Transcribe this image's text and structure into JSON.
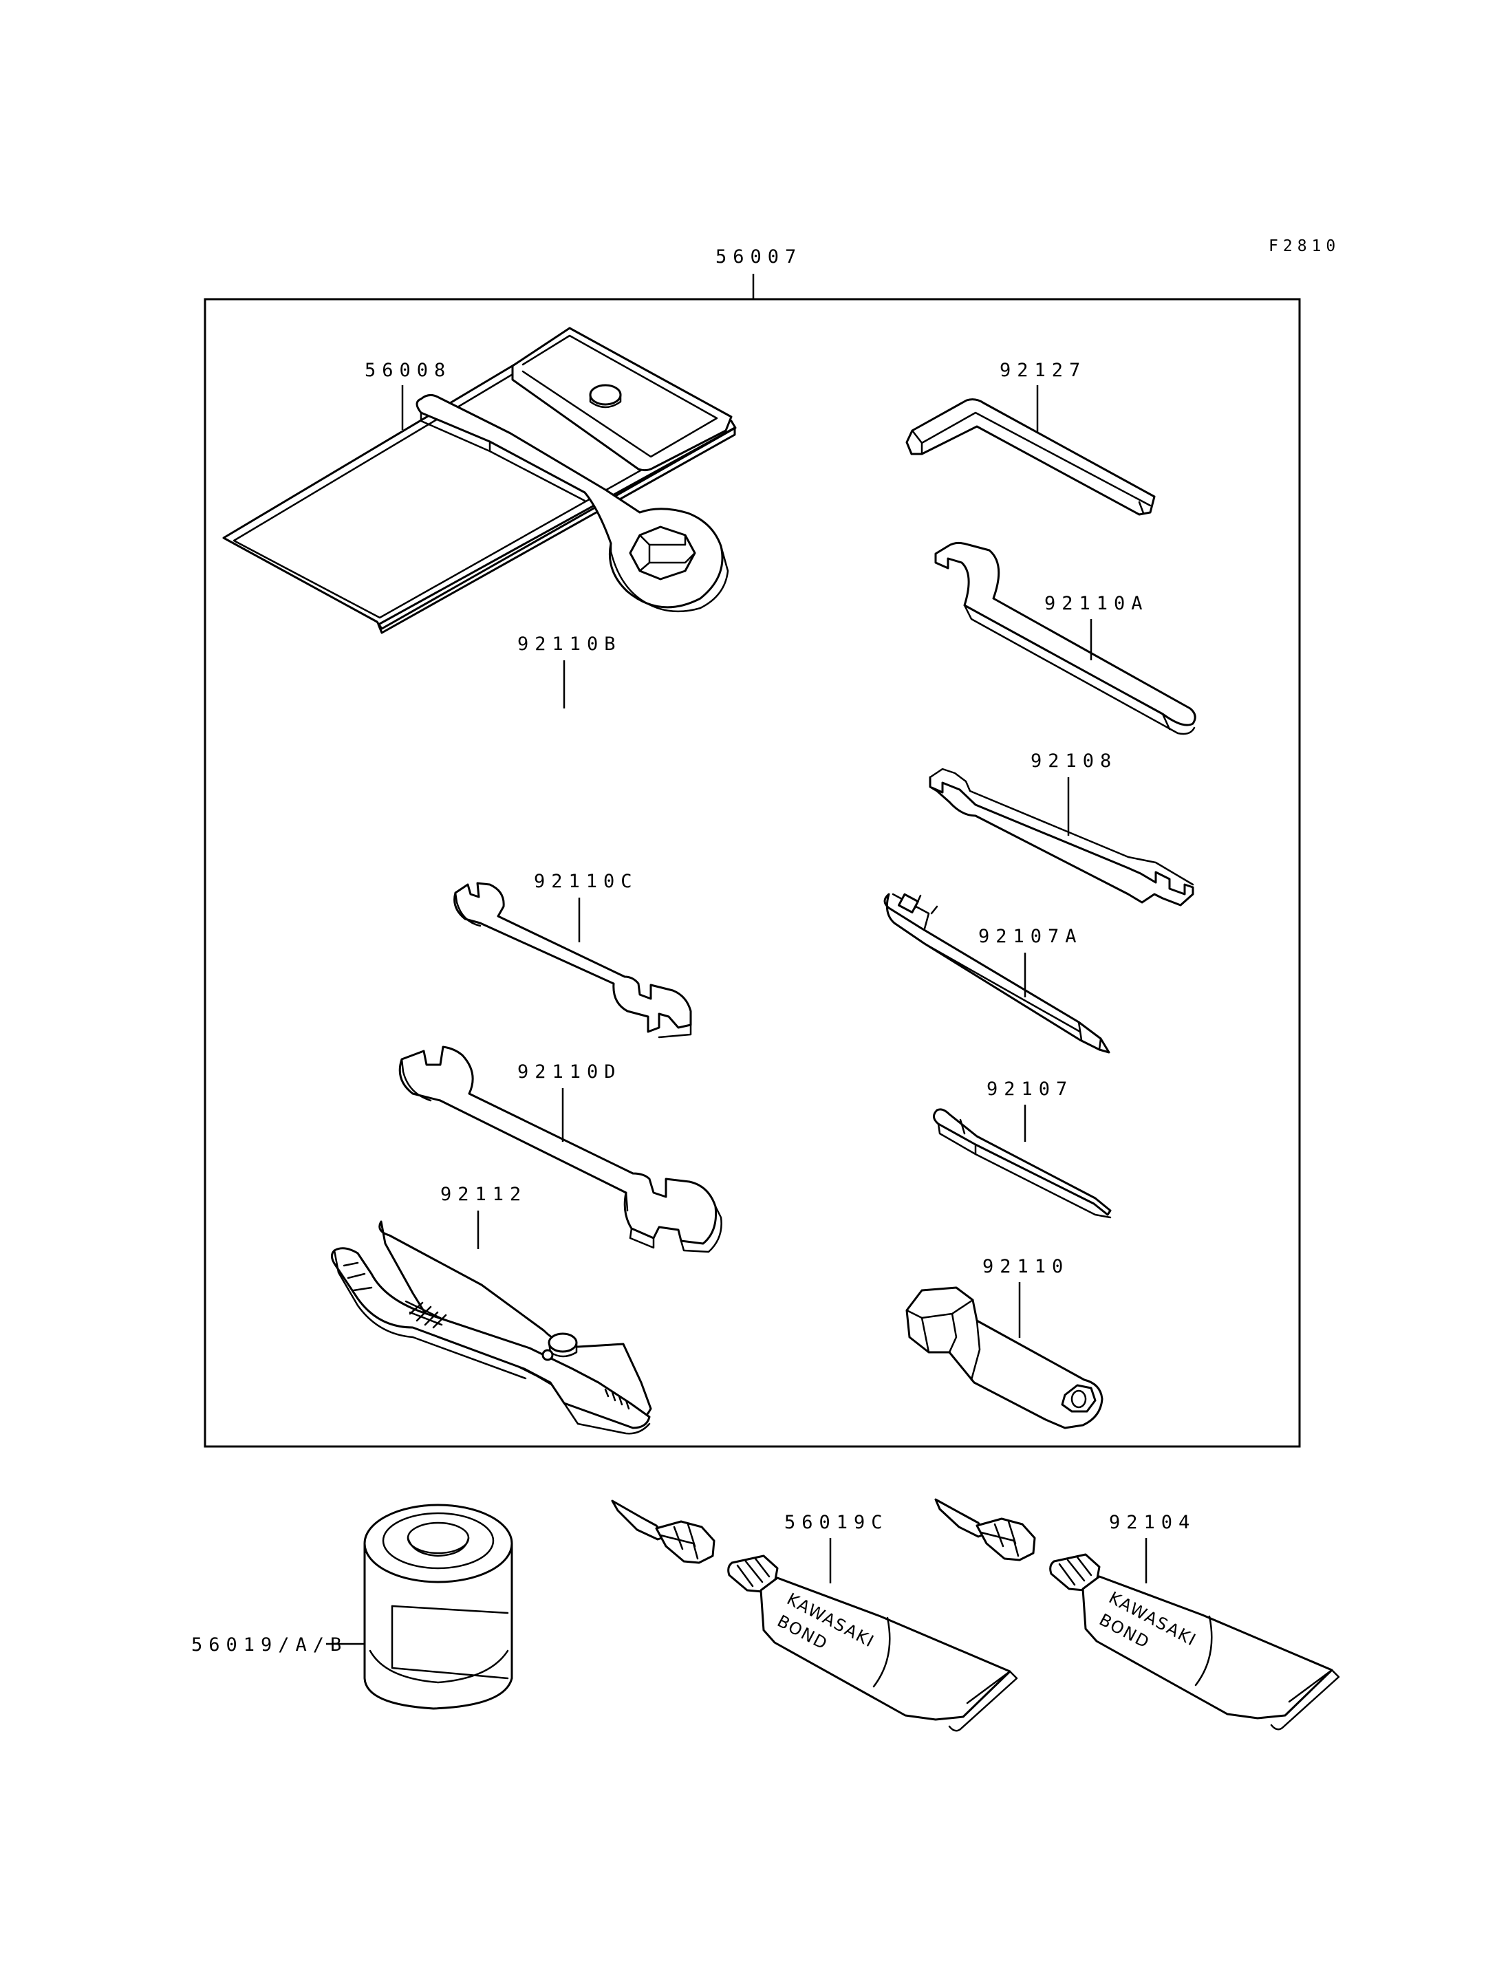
{
  "figure_code": "F2810",
  "kit": {
    "part_no": "56007"
  },
  "parts": {
    "p56008": "56008",
    "p92127": "92127",
    "p92110A": "92110A",
    "p92110B": "92110B",
    "p92108": "92108",
    "p92110C": "92110C",
    "p92107A": "92107A",
    "p92110D": "92110D",
    "p92107": "92107",
    "p92112": "92112",
    "p92110": "92110",
    "p56019AB": "56019/A/B",
    "p56019C": "56019C",
    "p92104": "92104"
  },
  "tube_label": {
    "line1": "KAWASAKI",
    "line2": "BOND"
  },
  "colors": {
    "ink": "#000000",
    "paper": "#ffffff"
  }
}
